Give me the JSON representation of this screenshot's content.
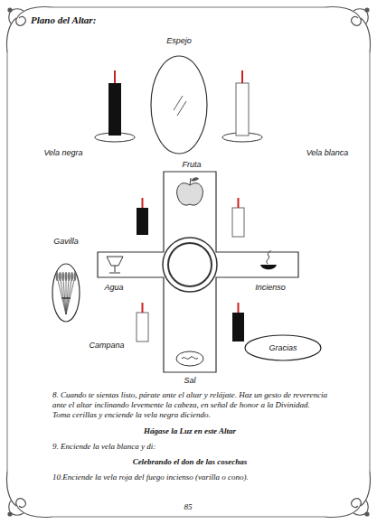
{
  "diagram": {
    "title": "Plano del Altar:",
    "nodes": [
      {
        "text": [
          "Espejo"
        ]
      },
      {
        "text": [
          "Gavilla"
        ]
      },
      {
        "text": [
          "Gracias"
        ]
      }
    ],
    "labels": [
      "Vela negra",
      "Vela blanca",
      "Fruta",
      "Agua",
      "Incienso",
      "Campana",
      "Sal",
      "8. Cuando te sientas listo, párate ante el altar y relájate. Haz un gesto de reverencia ante el altar inclinando levemente la cabeza, en señal de honor a la Divinidad. Toma cerillas y enciende la vela negra diciendo.",
      "Hágase la Luz en este Altar",
      "9. Enciende la vela blanca y di:",
      "Celebrando el don de las cosechas",
      "10.Enciende la vela roja del fuego incienso (varilla o cono).",
      "85"
    ]
  }
}
